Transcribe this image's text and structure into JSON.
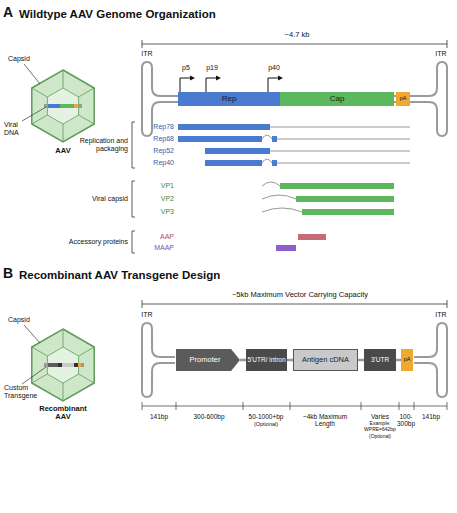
{
  "diagram": {
    "nodes": [
      {
        "text": [
          "Rep"
        ]
      },
      {
        "text": [
          "Cap"
        ]
      },
      {
        "text": [
          "pA"
        ]
      },
      {
        "text": [
          "Promoter"
        ]
      },
      {
        "text": [
          "5'UTR/ intron"
        ]
      },
      {
        "text": [
          "Antigen cDNA"
        ]
      },
      {
        "text": [
          "3'UTR"
        ]
      },
      {
        "text": [
          "pA"
        ]
      }
    ],
    "edges": [
      {
        "from": 3,
        "to": 4,
        "arrow": "none"
      },
      {
        "from": 4,
        "to": 5,
        "arrow": "none"
      },
      {
        "from": 5,
        "to": 6,
        "arrow": "none"
      },
      {
        "from": 6,
        "to": 7,
        "arrow": "none"
      }
    ],
    "labels": [
      "A",
      "Wildtype AAV Genome Organization",
      "~4.7 kb",
      "Capsid",
      "ITR",
      "ITR",
      "p5",
      "p19",
      "p40",
      "Viral DNA",
      "AAV",
      "Replication and packaging",
      "Rep78",
      "Rep68",
      "Rep52",
      "Rep40",
      "Viral capsid",
      "VP1",
      "VP2",
      "VP3",
      "Accessory proteins",
      "AAP",
      "MAAP",
      "B",
      "Recombinant AAV Transgene Design",
      "~5kb Maximum Vector Carrying Capacity",
      "Capsid",
      "ITR",
      "ITR",
      "Custom Transgene",
      "Recombinant AAV",
      "141bp",
      "300-600bp",
      "50-1000+bp",
      "(Optional)",
      "~4kb Maximum Length",
      "Varies",
      "Example: WPRE=642bp",
      "(Optional)",
      "100-300bp",
      "141bp"
    ]
  }
}
